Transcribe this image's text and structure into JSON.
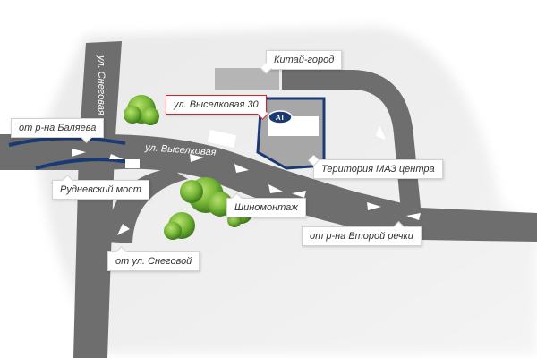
{
  "map": {
    "street_main": "ул. Выселковая",
    "street_side": "ул. Снеговая",
    "logo_text": "АТ",
    "colors": {
      "road": "#6e6e6e",
      "accent_blue": "#1b3a73",
      "callout_border": "#d2232a",
      "tree": "#7fbf3a"
    }
  },
  "callouts": {
    "kitay_gorod": "Китай-город",
    "address": "ул. Выселковая 30",
    "from_balyaeva": "от р-на Баляева",
    "maz_territory": "Територия МАЗ центра",
    "rudnevsky_most": "Рудневский мост",
    "tire_service": "Шиномонтаж",
    "from_vtoroy_rechki": "от р-на Второй речки",
    "from_snegovaya": "от ул. Снеговой"
  }
}
